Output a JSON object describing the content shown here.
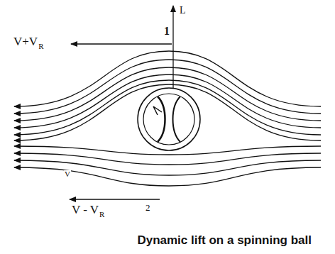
{
  "diagram": {
    "caption": "Dynamic lift on a spinning ball",
    "labels": [
      "V+V",
      "R",
      "1",
      "L",
      "V",
      "V - V",
      "R",
      "2"
    ]
  }
}
